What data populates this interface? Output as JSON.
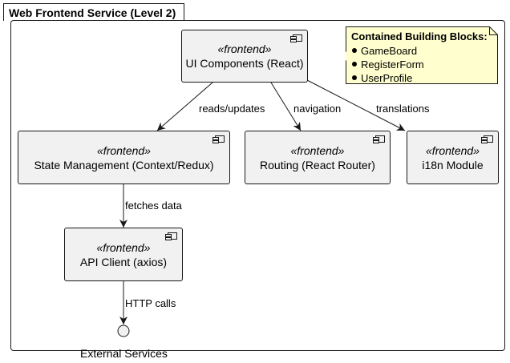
{
  "package": {
    "title": "Web Frontend Service (Level 2)"
  },
  "components": {
    "ui": {
      "stereotype": "«frontend»",
      "name": "UI Components (React)"
    },
    "state": {
      "stereotype": "«frontend»",
      "name": "State Management (Context/Redux)"
    },
    "routing": {
      "stereotype": "«frontend»",
      "name": "Routing (React Router)"
    },
    "i18n": {
      "stereotype": "«frontend»",
      "name": "i18n Module"
    },
    "api": {
      "stereotype": "«frontend»",
      "name": "API Client (axios)"
    }
  },
  "note": {
    "title": "Contained Building Blocks:",
    "items": [
      "GameBoard",
      "RegisterForm",
      "UserProfile"
    ]
  },
  "edges": {
    "reads_updates": "reads/updates",
    "navigation": "navigation",
    "translations": "translations",
    "fetches_data": "fetches data",
    "http_calls": "HTTP calls"
  },
  "interface": {
    "label": "External Services"
  },
  "colors": {
    "component_fill": "#f1f1f1",
    "note_fill": "#fefece",
    "stroke": "#181818"
  }
}
